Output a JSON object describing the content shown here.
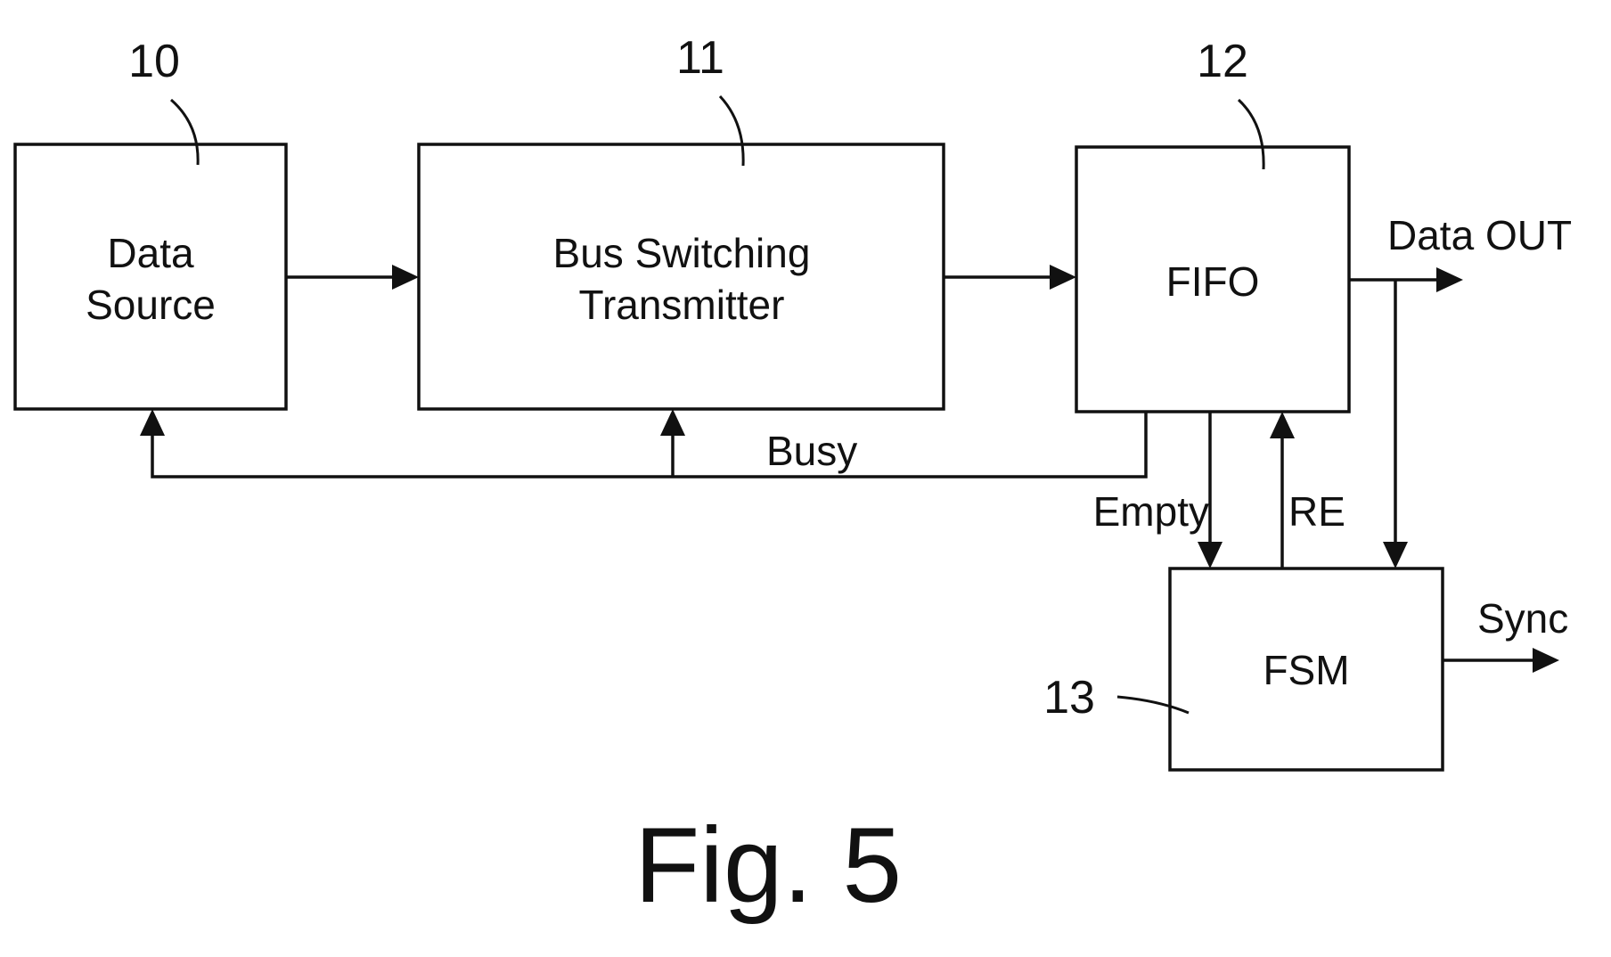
{
  "figure": {
    "caption": "Fig. 5"
  },
  "blocks": {
    "data_source": {
      "ref": "10",
      "line1": "Data",
      "line2": "Source"
    },
    "transmitter": {
      "ref": "11",
      "line1": "Bus Switching",
      "line2": "Transmitter"
    },
    "fifo": {
      "ref": "12",
      "label": "FIFO"
    },
    "fsm": {
      "ref": "13",
      "label": "FSM"
    }
  },
  "signals": {
    "busy": "Busy",
    "empty": "Empty",
    "re": "RE",
    "data_out": "Data OUT",
    "sync": "Sync"
  },
  "colors": {
    "ink": "#111111",
    "background": "#ffffff"
  }
}
